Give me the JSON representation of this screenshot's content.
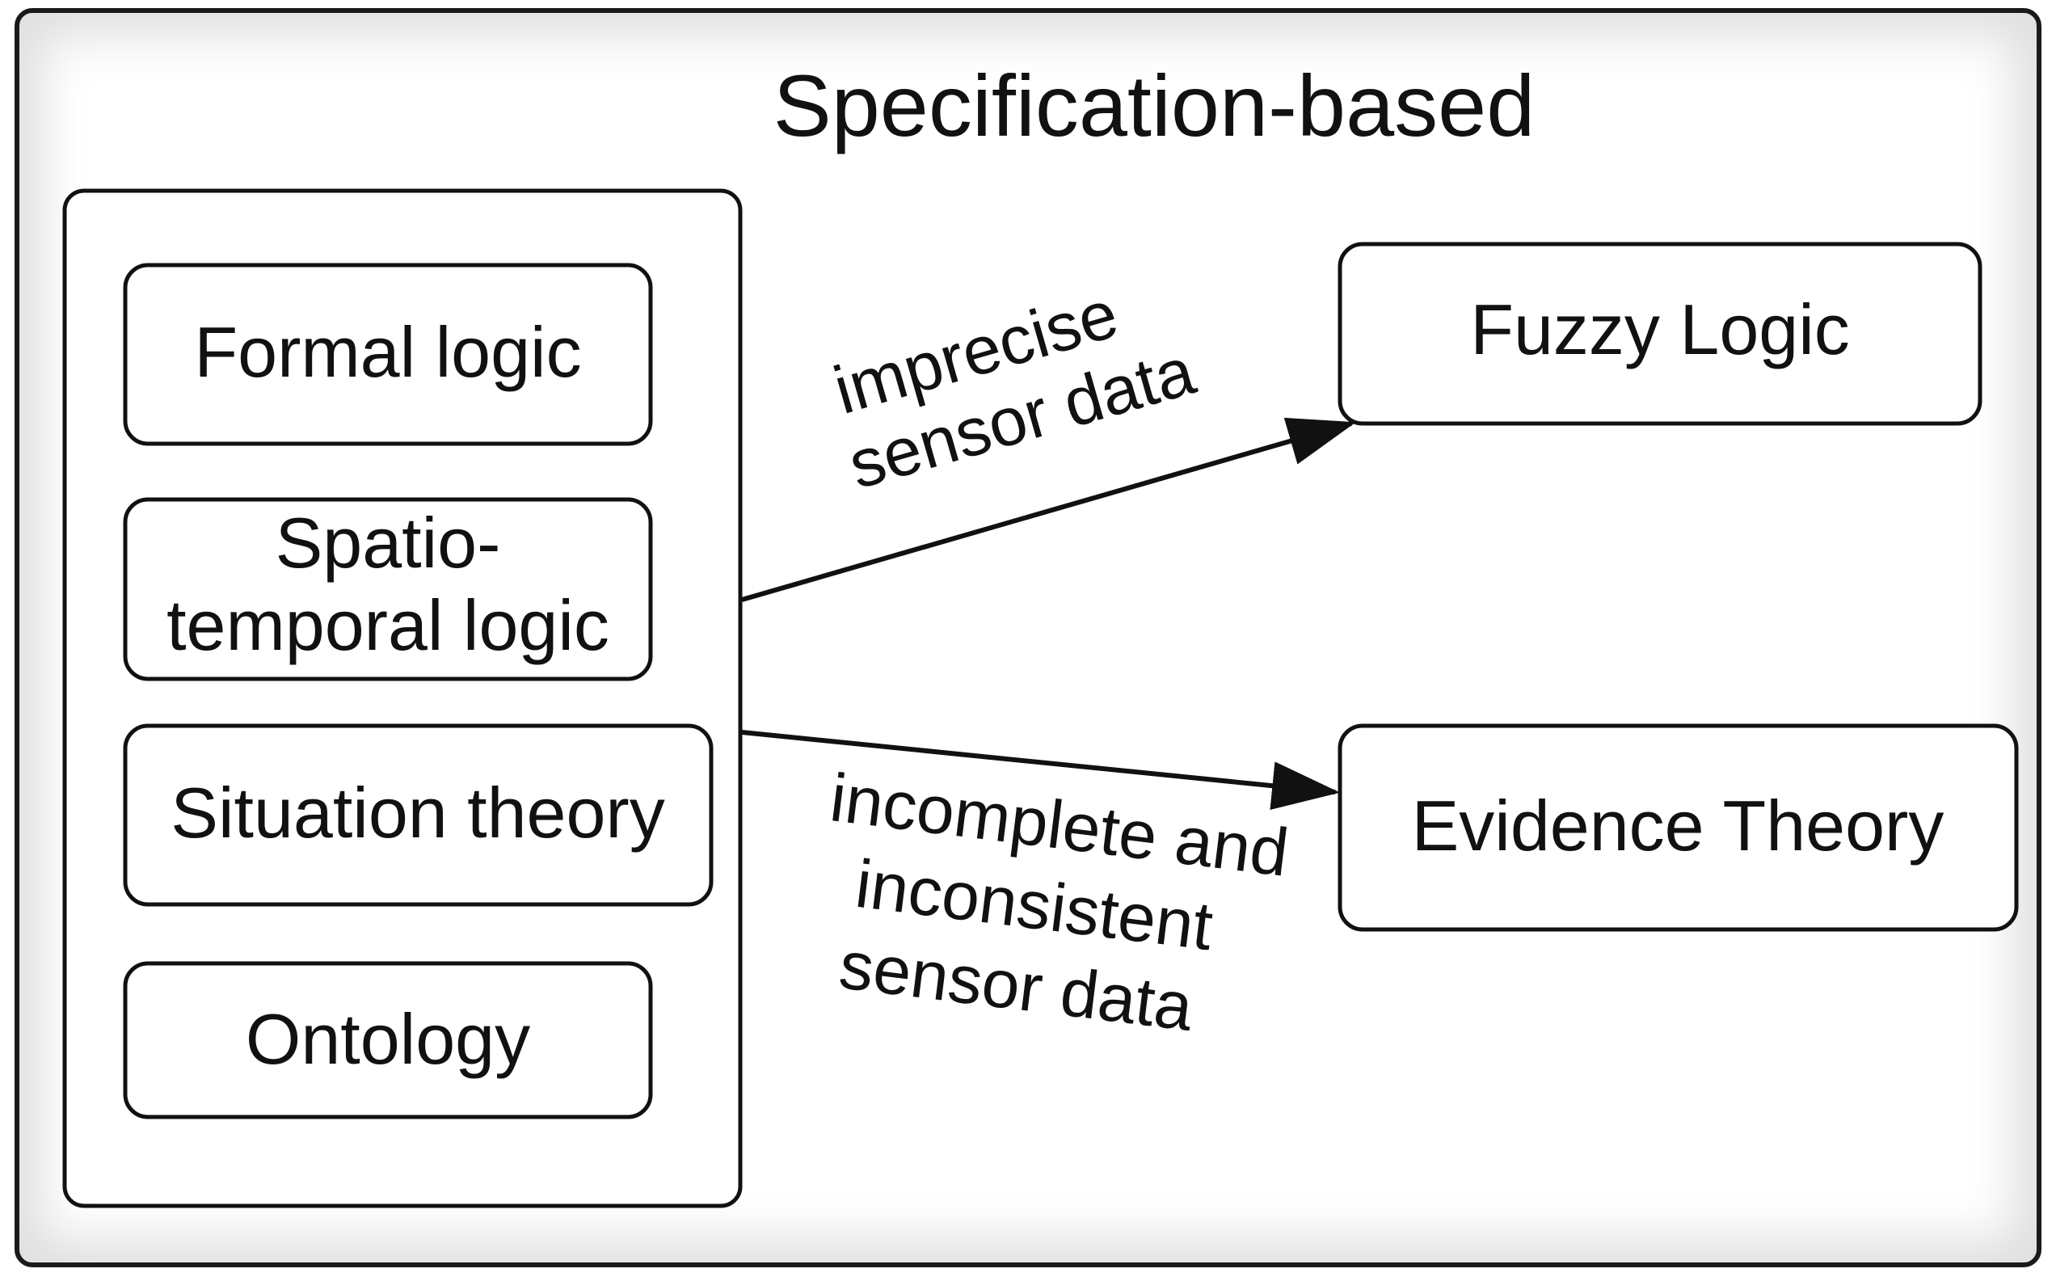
{
  "diagram": {
    "title": "Specification-based",
    "methods": {
      "formal_logic": "Formal logic",
      "spatio_temporal_line1": "Spatio-",
      "spatio_temporal_line2": "temporal logic",
      "situation_theory": "Situation theory",
      "ontology": "Ontology"
    },
    "targets": {
      "fuzzy_logic": "Fuzzy Logic",
      "evidence_theory": "Evidence Theory"
    },
    "edges": {
      "imprecise_line1": "imprecise",
      "imprecise_line2": "sensor data",
      "incomplete_line1": "incomplete and",
      "incomplete_line2": "inconsistent",
      "incomplete_line3": "sensor data"
    },
    "colors": {
      "stroke": "#111111",
      "background": "#ffffff"
    }
  }
}
